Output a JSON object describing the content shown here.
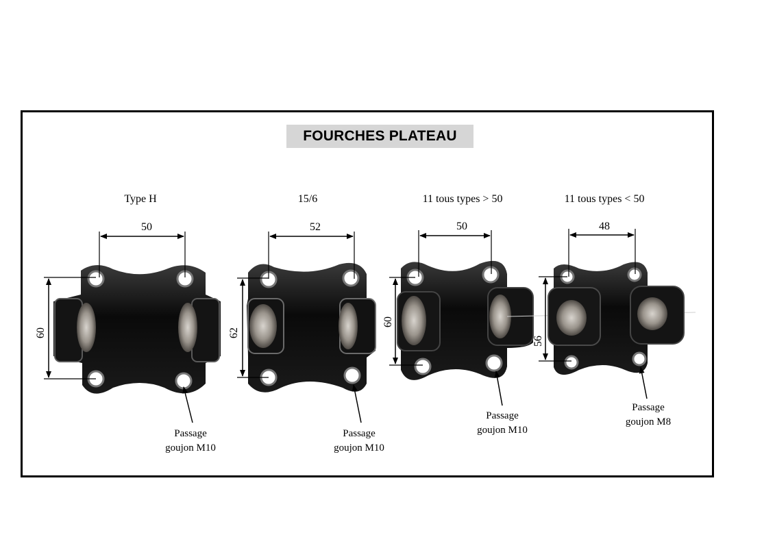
{
  "title": "FOURCHES PLATEAU",
  "parts": [
    {
      "label": "Type H",
      "width_dim": "50",
      "height_dim": "60",
      "note_line1": "Passage",
      "note_line2": "goujon M10"
    },
    {
      "label": "15/6",
      "width_dim": "52",
      "height_dim": "62",
      "note_line1": "Passage",
      "note_line2": "goujon M10"
    },
    {
      "label": "11 tous types > 50",
      "width_dim": "50",
      "height_dim": "60",
      "note_line1": "Passage",
      "note_line2": "goujon M10"
    },
    {
      "label": "11 tous types < 50",
      "width_dim": "48",
      "height_dim": "56",
      "note_line1": "Passage",
      "note_line2": "goujon M8"
    }
  ],
  "colors": {
    "part_body": "#0c0c0c",
    "metal": "#9a9590",
    "title_bg": "#d6d6d6"
  }
}
